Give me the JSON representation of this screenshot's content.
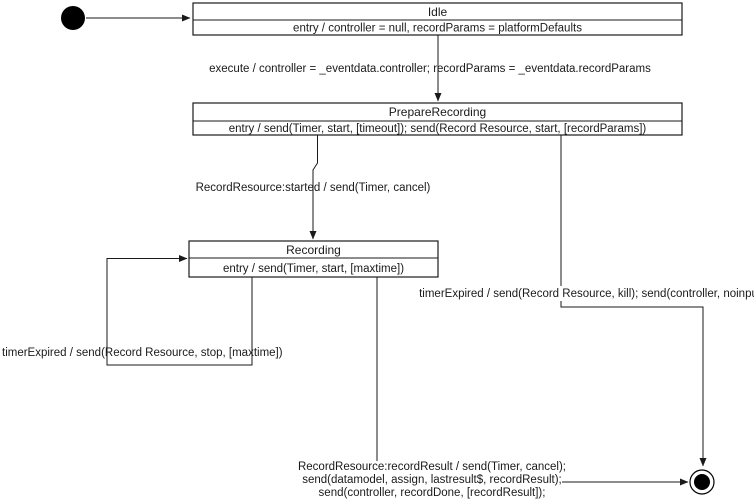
{
  "diagram": {
    "background_color": "#ffffff",
    "line_color": "#1a1a1a",
    "text_color": "#1a1a1a"
  },
  "states": {
    "idle": {
      "name": "Idle",
      "entry": "entry / controller = null, recordParams = platformDefaults"
    },
    "prepareRecording": {
      "name": "PrepareRecording",
      "entry": "entry / send(Timer, start, [timeout]); send(Record Resource, start, [recordParams])"
    },
    "recording": {
      "name": "Recording",
      "entry": "entry / send(Timer, start, [maxtime])"
    }
  },
  "transitions": {
    "execute": {
      "label": "execute / controller = _eventdata.controller; recordParams = _eventdata.recordParams"
    },
    "recordResourceStarted": {
      "label": "RecordResource:started / send(Timer, cancel)"
    },
    "timerExpiredStop": {
      "label": "timerExpired / send(Record Resource, stop, [maxtime])"
    },
    "timerExpiredKill": {
      "label": "timerExpired / send(Record Resource, kill); send(controller, noinput)"
    },
    "recordResult": {
      "label_line1": "RecordResource:recordResult / send(Timer, cancel);",
      "label_line2": "send(datamodel, assign, lastresult$, recordResult);",
      "label_line3": "send(controller, recordDone, [recordResult]);"
    }
  }
}
